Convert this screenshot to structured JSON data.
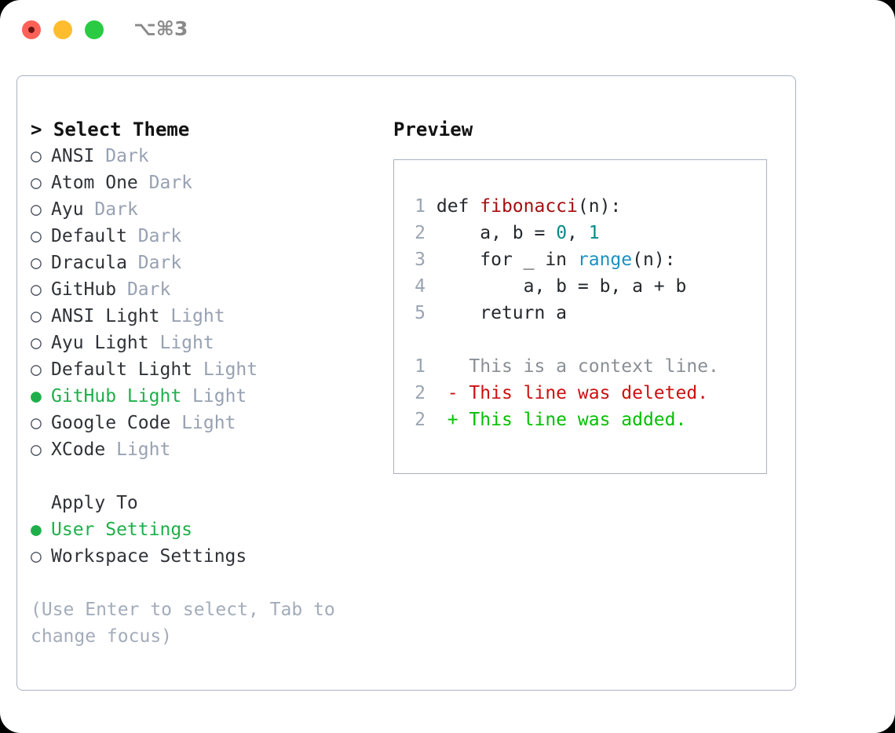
{
  "window": {
    "traffic_lights": [
      "close-red",
      "minimize-yellow",
      "zoom-green"
    ],
    "shortcut_label": "⌥⌘3"
  },
  "colors": {
    "accent_green": "#1faf4a",
    "muted": "#97a1b2",
    "hint": "#a3acba",
    "border": "#a9b2c2",
    "code_function": "#a50f0f",
    "code_number": "#068a8a",
    "code_call": "#1d8fc4",
    "diff_add": "#00c000",
    "diff_del": "#cc1111",
    "diff_ctx": "#8a8f96"
  },
  "theme_picker": {
    "header": "> Select Theme",
    "items": [
      {
        "bullet": "○",
        "name": "ANSI",
        "variant": "Dark",
        "selected": false
      },
      {
        "bullet": "○",
        "name": "Atom One",
        "variant": "Dark",
        "selected": false
      },
      {
        "bullet": "○",
        "name": "Ayu",
        "variant": "Dark",
        "selected": false
      },
      {
        "bullet": "○",
        "name": "Default",
        "variant": "Dark",
        "selected": false
      },
      {
        "bullet": "○",
        "name": "Dracula",
        "variant": "Dark",
        "selected": false
      },
      {
        "bullet": "○",
        "name": "GitHub",
        "variant": "Dark",
        "selected": false
      },
      {
        "bullet": "○",
        "name": "ANSI Light",
        "variant": "Light",
        "selected": false
      },
      {
        "bullet": "○",
        "name": "Ayu Light",
        "variant": "Light",
        "selected": false
      },
      {
        "bullet": "○",
        "name": "Default Light",
        "variant": "Light",
        "selected": false
      },
      {
        "bullet": "●",
        "name": "GitHub Light",
        "variant": "Light",
        "selected": true
      },
      {
        "bullet": "○",
        "name": "Google Code",
        "variant": "Light",
        "selected": false
      },
      {
        "bullet": "○",
        "name": "XCode",
        "variant": "Light",
        "selected": false
      }
    ]
  },
  "apply_to": {
    "title": "Apply To",
    "items": [
      {
        "bullet": "●",
        "name": "User Settings",
        "selected": true
      },
      {
        "bullet": "○",
        "name": "Workspace Settings",
        "selected": false
      }
    ]
  },
  "hint": "(Use Enter to select, Tab to change focus)",
  "preview": {
    "title": "Preview",
    "code": {
      "lines": [
        {
          "no": "1",
          "segments": [
            {
              "t": "def ",
              "cls": ""
            },
            {
              "t": "fibonacci",
              "cls": "tok-fn"
            },
            {
              "t": "(n):",
              "cls": ""
            }
          ]
        },
        {
          "no": "2",
          "segments": [
            {
              "t": "    a, b = ",
              "cls": ""
            },
            {
              "t": "0",
              "cls": "tok-num"
            },
            {
              "t": ", ",
              "cls": ""
            },
            {
              "t": "1",
              "cls": "tok-num"
            }
          ]
        },
        {
          "no": "3",
          "segments": [
            {
              "t": "    for _ in ",
              "cls": ""
            },
            {
              "t": "range",
              "cls": "tok-call"
            },
            {
              "t": "(n):",
              "cls": ""
            }
          ]
        },
        {
          "no": "4",
          "segments": [
            {
              "t": "        a, b = b, a + b",
              "cls": ""
            }
          ]
        },
        {
          "no": "5",
          "segments": [
            {
              "t": "    return a",
              "cls": ""
            }
          ]
        }
      ]
    },
    "diff": {
      "lines": [
        {
          "no": "1",
          "marker": "  ",
          "text": "This is a context line.",
          "kind": "ctx"
        },
        {
          "no": "2",
          "marker": "- ",
          "text": "This line was deleted.",
          "kind": "del"
        },
        {
          "no": "2",
          "marker": "+ ",
          "text": "This line was added.",
          "kind": "add"
        }
      ]
    }
  }
}
